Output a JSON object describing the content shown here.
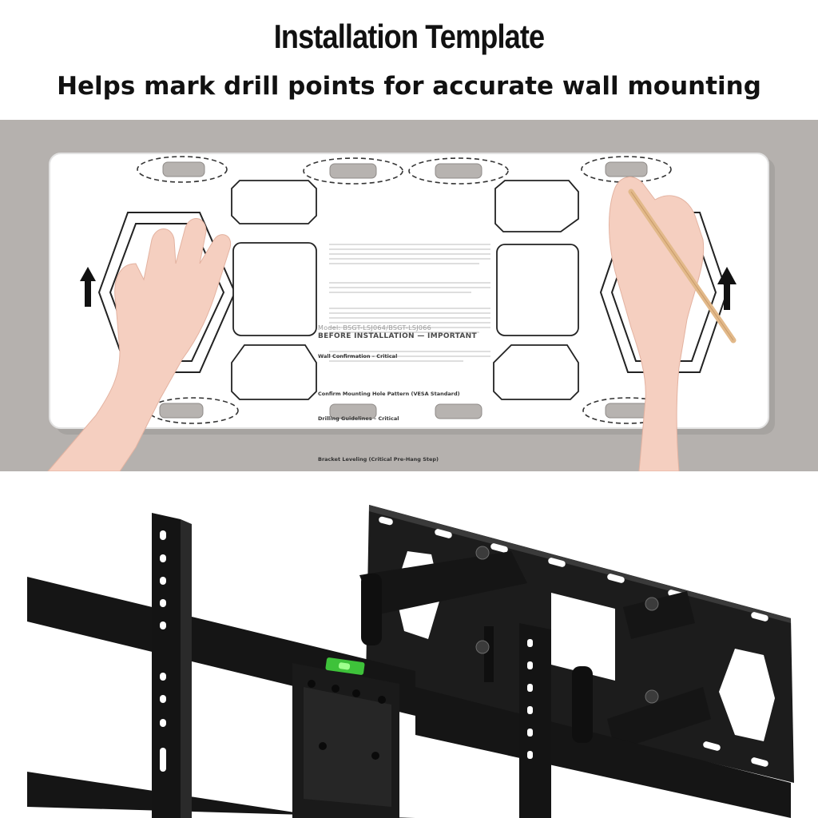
{
  "header": {
    "title": "Installation Template",
    "subtitle": "Helps mark drill points for accurate wall mounting"
  },
  "template": {
    "model": "Model: BSGT-LSJ064/BSGT-LSJ066",
    "heading": "BEFORE INSTALLATION — IMPORTANT",
    "sections": [
      "Wall Confirmation – Critical",
      "Confirm Mounting Hole Pattern (VESA Standard)",
      "Drilling Guidelines – Critical",
      "Bracket Leveling (Critical Pre-Hang Step)"
    ]
  },
  "colors": {
    "header_bg": "#ffffff",
    "wall": "#b5b1ae",
    "template_card": "#ffffff",
    "slot_fill": "#b7b3b0",
    "bracket": "#1b1b1b",
    "level_vial": "#3ec23a"
  },
  "icons": [
    "arrow-up-icon",
    "pencil",
    "hand",
    "bubble-level"
  ]
}
